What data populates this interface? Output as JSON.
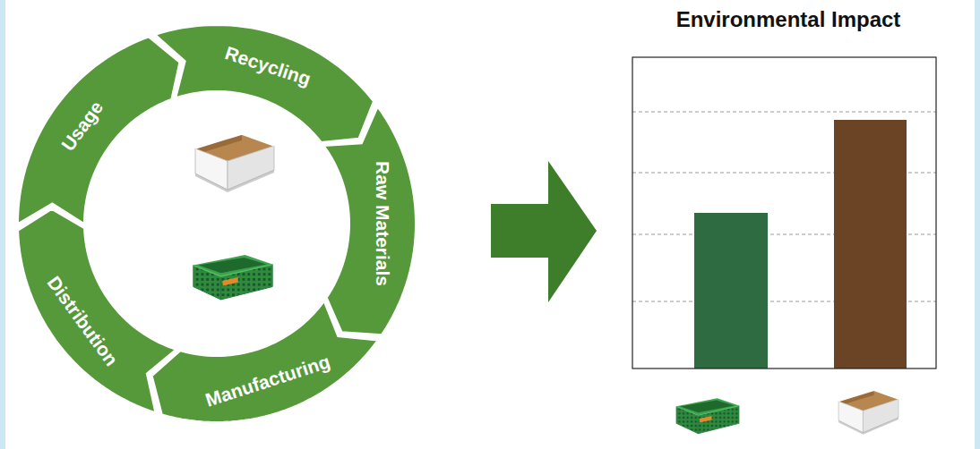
{
  "diagram": {
    "title": "Environmental Impact",
    "nodes": [
      {
        "text": [
          "Recycling"
        ]
      },
      {
        "text": [
          "Raw Materials"
        ]
      },
      {
        "text": [
          "Manufacturing"
        ]
      },
      {
        "text": [
          "Distribution"
        ]
      },
      {
        "text": [
          "Usage"
        ]
      }
    ]
  }
}
